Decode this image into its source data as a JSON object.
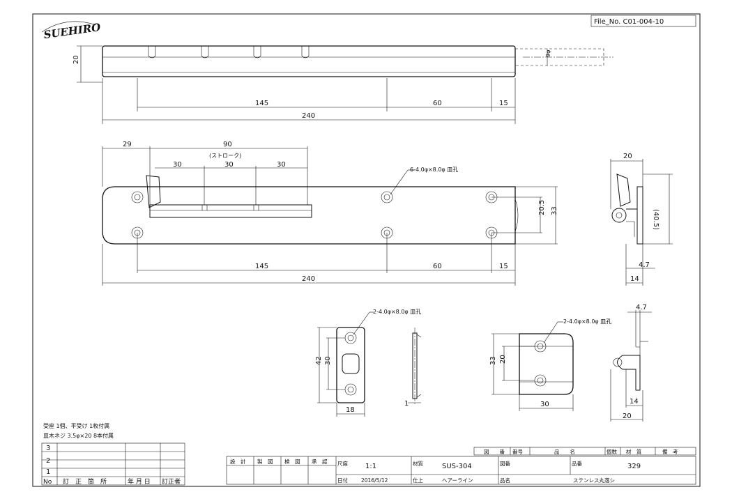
{
  "logo": {
    "text": "SUEHIRO"
  },
  "file_no": "File_No. C01-004-10",
  "top_view": {
    "height": "20",
    "pin_dia": "9φ",
    "dims": [
      "145",
      "60",
      "15",
      "240"
    ]
  },
  "front_view": {
    "d29": "29",
    "d90": "90",
    "stroke": "(ストローク)",
    "d30a": "30",
    "d30b": "30",
    "d30c": "30",
    "hole_note": "6-4.0φ×8.0φ 皿孔",
    "d20_5": "20.5",
    "d33": "33",
    "d145": "145",
    "d60": "60",
    "d15": "15",
    "d240": "240"
  },
  "side_view": {
    "d20": "20",
    "d40_5": "(40.5)",
    "d4_7": "4.7",
    "d14": "14"
  },
  "strike_plate": {
    "hole_note": "2-4.0φ×8.0φ 皿孔",
    "d42": "42",
    "d30": "30",
    "d18": "18",
    "d1": "1"
  },
  "receiver": {
    "hole_note": "2-4.0φ×8.0φ 皿孔",
    "d33": "33",
    "d20": "20",
    "d30": "30",
    "d4_7": "4.7",
    "d14": "14",
    "d20b": "20"
  },
  "notes": [
    "受座 1個、平受け 1枚付属",
    "皿木ネジ 3.5φ×20 8本付属"
  ],
  "revision": {
    "rows": [
      "3",
      "2",
      "1"
    ],
    "headers": [
      "No",
      "訂　正　箇　所",
      "年 月 日",
      "訂正者"
    ]
  },
  "title_block": {
    "header": [
      "図　　番",
      "番号",
      "品　　名",
      "個数",
      "材　質",
      "備　考"
    ],
    "design": "設　計",
    "draw": "製　図",
    "check": "検　図",
    "approve": "承　認",
    "scale_label": "尺度",
    "scale": "1:1",
    "material_label": "材質",
    "material": "SUS-304",
    "drawing_no_label": "図番",
    "item_no_label": "品番",
    "item_no": "329",
    "date_label": "日付",
    "date": "2016/5/12",
    "finish_label": "仕上",
    "finish": "ヘアーライン",
    "name_label": "品名",
    "name": "ステンレス丸落シ"
  }
}
